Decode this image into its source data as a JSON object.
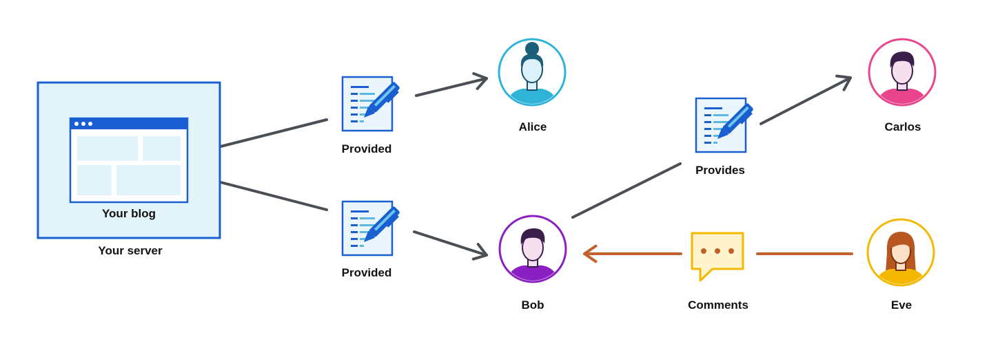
{
  "server": {
    "label": "Your server",
    "blog_label": "Your blog"
  },
  "documents": [
    {
      "id": "doc-alice",
      "label": "Provided"
    },
    {
      "id": "doc-bob",
      "label": "Provided"
    },
    {
      "id": "doc-carlos",
      "label": "Provides"
    }
  ],
  "comment": {
    "label": "Comments"
  },
  "people": [
    {
      "id": "alice",
      "name": "Alice",
      "color": "#2fb4d8"
    },
    {
      "id": "bob",
      "name": "Bob",
      "color": "#8a1fc2"
    },
    {
      "id": "carlos",
      "name": "Carlos",
      "color": "#e8458d"
    },
    {
      "id": "eve",
      "name": "Eve",
      "color": "#f5b800"
    }
  ],
  "colors": {
    "server_border": "#1a5fd1",
    "server_fill": "#e3f3fa",
    "connector": "#4a4f55",
    "comment_connector": "#c4602a",
    "comment_bubble": "#f5b800"
  },
  "icons": [
    "document-pen-icon",
    "speech-bubble-icon",
    "person-avatar-icon",
    "browser-window-icon"
  ]
}
